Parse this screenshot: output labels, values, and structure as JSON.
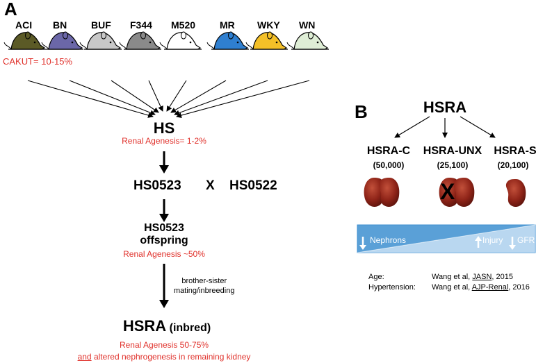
{
  "panel_a": {
    "label": "A",
    "strains": [
      {
        "name": "ACI",
        "color": "#5b5a26"
      },
      {
        "name": "BN",
        "color": "#6b67a8"
      },
      {
        "name": "BUF",
        "color": "#c8c8c8"
      },
      {
        "name": "F344",
        "color": "#8a8a8a"
      },
      {
        "name": "M520",
        "color": "#ffffff"
      },
      {
        "name": "MR",
        "color": "#2f7fd0"
      },
      {
        "name": "WKY",
        "color": "#f4c028"
      },
      {
        "name": "WN",
        "color": "#dfeed6"
      }
    ],
    "cakut": "CAKUT= 10-15%",
    "hs_title": "HS",
    "hs_note": "Renal Agenesis= 1-2%",
    "cross_left": "HS0523",
    "cross_x": "X",
    "cross_right": "HS0522",
    "offspring_line1": "HS0523",
    "offspring_line2": "offspring",
    "offspring_note": "Renal Agenesis ~50%",
    "mating_line1": "brother-sister",
    "mating_line2": "mating/inbreeding",
    "hsra_title": "HSRA",
    "hsra_suffix": "(inbred)",
    "hsra_note1": "Renal Agenesis 50-75%",
    "hsra_note2_underlined": "and",
    "hsra_note2_rest": " altered nephrogenesis in remaining kidney"
  },
  "panel_b": {
    "label": "B",
    "title": "HSRA",
    "groups": [
      {
        "name": "HSRA-C",
        "count": "(50,000)"
      },
      {
        "name": "HSRA-UNX",
        "count": "(25,100)",
        "mark": "X"
      },
      {
        "name": "HSRA-S",
        "count": "(20,100)"
      }
    ],
    "band_left": "Nephrons",
    "band_mid": "Injury",
    "band_right": "GFR",
    "band_color": "#3d8fd0",
    "refs": [
      {
        "label": "Age:",
        "pre": "Wang et al, ",
        "journal": "JASN",
        "post": ", 2015"
      },
      {
        "label": "Hypertension:",
        "pre": "Wang et al, ",
        "journal": "AJP-Renal",
        "post": ", 2016"
      }
    ]
  }
}
